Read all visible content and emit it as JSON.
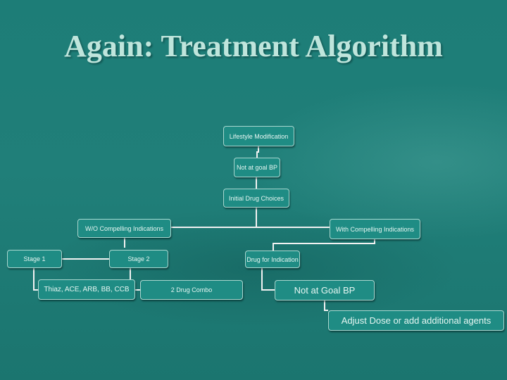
{
  "slide": {
    "title": "Again: Treatment Algorithm"
  },
  "nodes": {
    "lifestyle": "Lifestyle Modification",
    "not_at_goal_1": "Not at goal BP",
    "initial_drugs": "Initial Drug Choices",
    "wo_compelling": "W/O Compelling Indications",
    "with_compelling": "With Compelling Indications",
    "stage1": "Stage 1",
    "stage2": "Stage 2",
    "drug_for_indication": "Drug for Indication",
    "thiaz": "Thiaz, ACE, ARB, BB, CCB",
    "two_drug": "2 Drug Combo",
    "not_at_goal_2": "Not at Goal BP",
    "adjust": "Adjust Dose or add additional agents"
  },
  "colors": {
    "background": "#1f7f78",
    "title": "#bfe5dc",
    "node_fill": "#1f8c84",
    "node_border": "#a9d8d0",
    "connector": "#f2f2f2"
  }
}
